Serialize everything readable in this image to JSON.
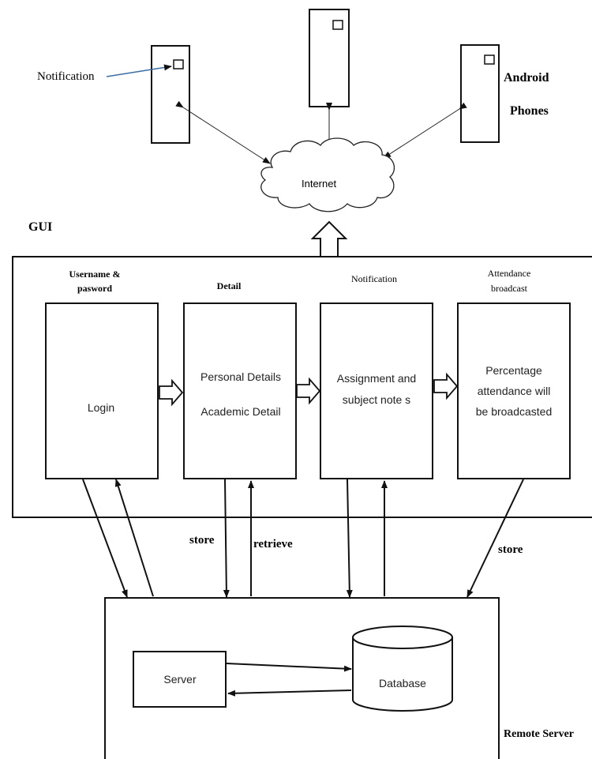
{
  "phones": {
    "notification_label": "Notification",
    "group_label_line1": "Android",
    "group_label_line2": "Phones"
  },
  "cloud": {
    "label": "Internet"
  },
  "gui": {
    "label": "GUI",
    "modules": [
      {
        "header_line1": "Username &",
        "header_line2": "pasword",
        "body_lines": [
          "Login"
        ]
      },
      {
        "header_line1": "Detail",
        "header_line2": "",
        "body_lines": [
          "Personal Details",
          "Academic Detail"
        ]
      },
      {
        "header_line1": "Notification",
        "header_line2": "",
        "body_lines": [
          "Assignment and",
          "subject note s"
        ]
      },
      {
        "header_line1": "Attendance",
        "header_line2": "broadcast",
        "body_lines": [
          "Percentage",
          "attendance will",
          "be broadcasted"
        ]
      }
    ]
  },
  "links": {
    "store_left": "store",
    "retrieve": "retrieve",
    "store_right": "store"
  },
  "remote": {
    "label": "Remote Server",
    "server": "Server",
    "database": "Database"
  }
}
